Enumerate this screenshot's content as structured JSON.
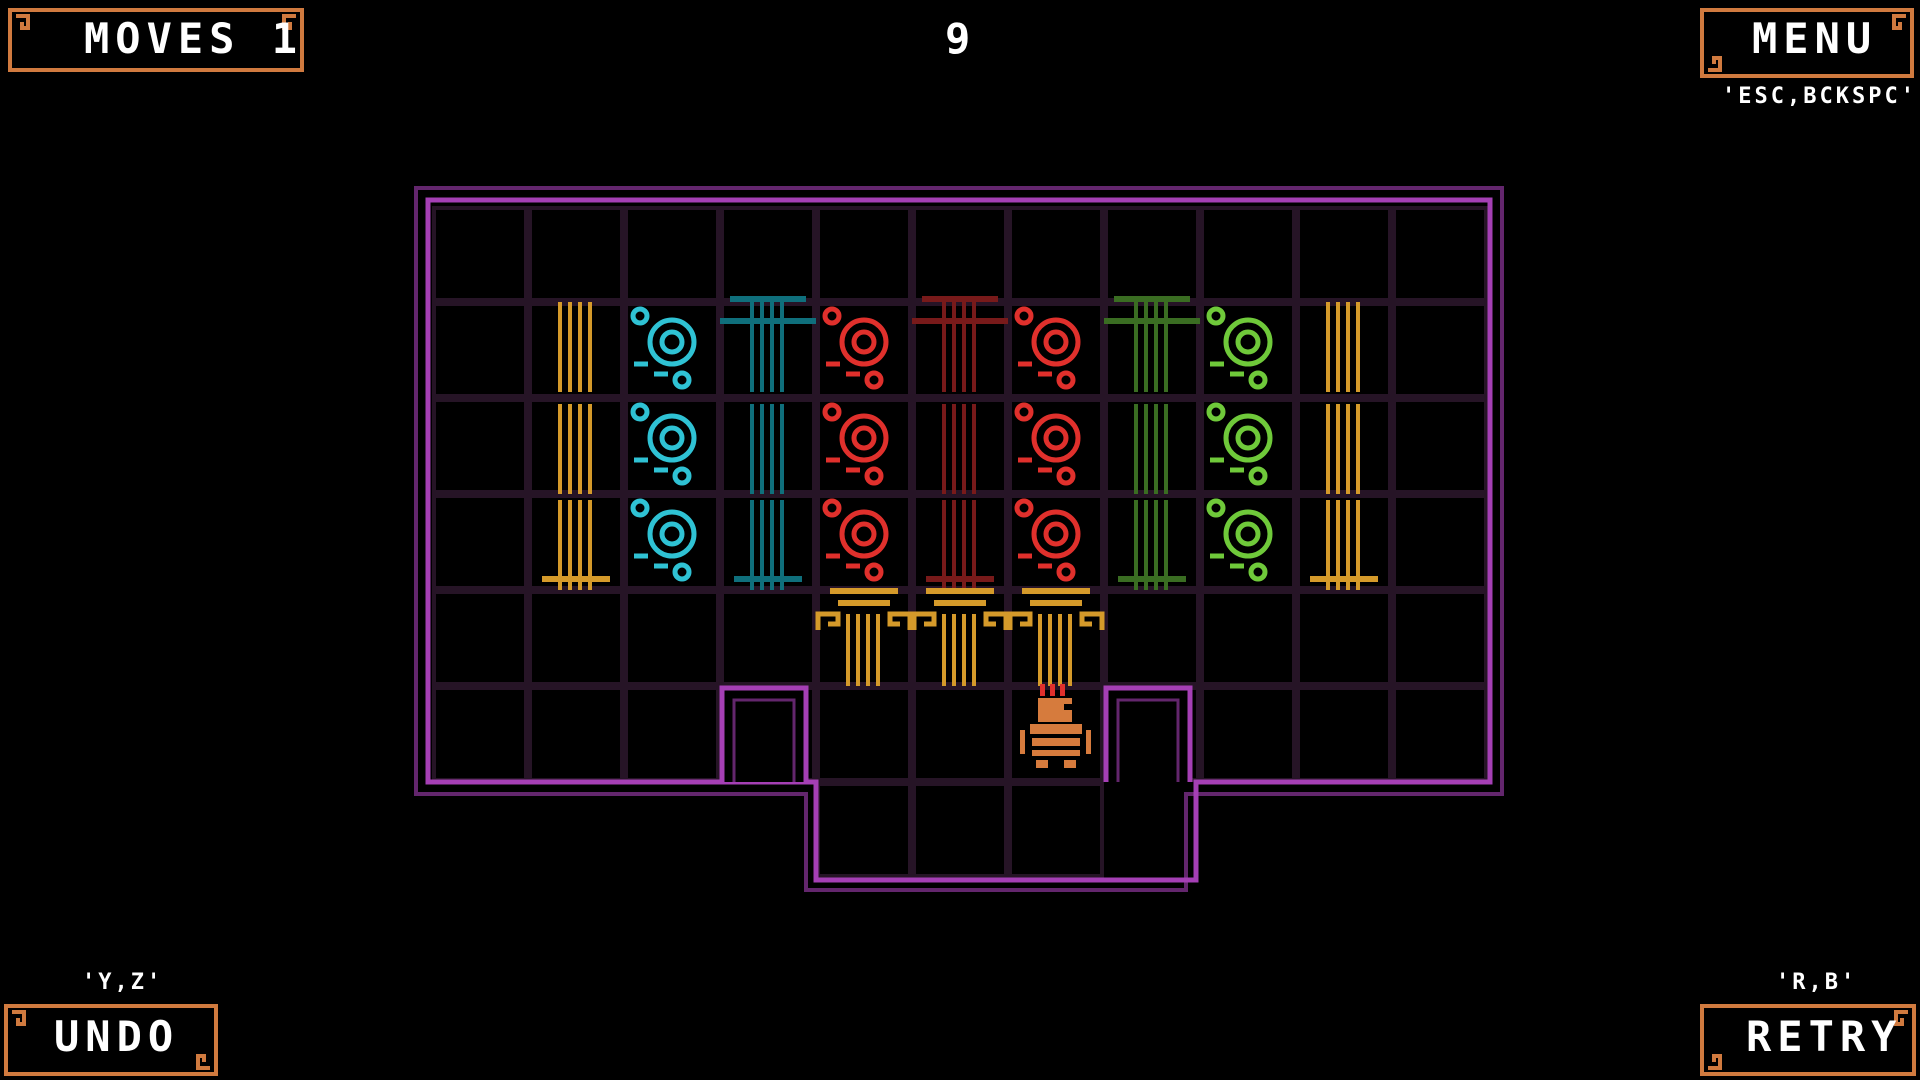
{
  "hud": {
    "moves_label": "MOVES 1",
    "level_number": "9",
    "menu_label": "MENU",
    "menu_keys": "'ESC,BCKSPC'",
    "undo_keys": "'Y,Z'",
    "undo_label": "UNDO",
    "retry_keys": "'R,B'",
    "retry_label": "RETRY"
  },
  "colors": {
    "background": "#000000",
    "frame_orange": "#d07a3f",
    "wall_purple": "#a53fb5",
    "grid_line": "#261426",
    "gold": "#d59a2a",
    "cyan": "#2fc2d4",
    "teal_dim": "#0f6f7c",
    "red": "#e0302c",
    "red_dim": "#781a1a",
    "green": "#6fc93a",
    "green_dim": "#3a6d22",
    "player": "#d67b3d"
  },
  "icons": {
    "frame_corner": "greek-key-spiral-icon",
    "column": "ionic-column-icon",
    "vine": "vine-swirl-icon",
    "player": "hoplite-player-icon"
  },
  "board": {
    "columns": 11,
    "rows": 6,
    "objects": [
      {
        "kind": "column",
        "color": "gold",
        "col": 1,
        "row": 1
      },
      {
        "kind": "column",
        "color": "gold",
        "col": 1,
        "row": 2
      },
      {
        "kind": "column",
        "color": "gold",
        "col": 1,
        "row": 3
      },
      {
        "kind": "vine",
        "color": "cyan",
        "col": 2,
        "row": 1
      },
      {
        "kind": "vine",
        "color": "cyan",
        "col": 2,
        "row": 2
      },
      {
        "kind": "vine",
        "color": "cyan",
        "col": 2,
        "row": 3
      },
      {
        "kind": "column",
        "color": "teal_dim",
        "col": 3,
        "row": 1
      },
      {
        "kind": "column",
        "color": "teal_dim",
        "col": 3,
        "row": 2
      },
      {
        "kind": "column",
        "color": "teal_dim",
        "col": 3,
        "row": 3
      },
      {
        "kind": "vine",
        "color": "red",
        "col": 4,
        "row": 1
      },
      {
        "kind": "vine",
        "color": "red",
        "col": 4,
        "row": 2
      },
      {
        "kind": "vine",
        "color": "red",
        "col": 4,
        "row": 3
      },
      {
        "kind": "column",
        "color": "red_dim",
        "col": 5,
        "row": 1
      },
      {
        "kind": "column",
        "color": "red_dim",
        "col": 5,
        "row": 2
      },
      {
        "kind": "column",
        "color": "red_dim",
        "col": 5,
        "row": 3
      },
      {
        "kind": "vine",
        "color": "red",
        "col": 6,
        "row": 1
      },
      {
        "kind": "vine",
        "color": "red",
        "col": 6,
        "row": 2
      },
      {
        "kind": "vine",
        "color": "red",
        "col": 6,
        "row": 3
      },
      {
        "kind": "column",
        "color": "green_dim",
        "col": 7,
        "row": 1
      },
      {
        "kind": "column",
        "color": "green_dim",
        "col": 7,
        "row": 2
      },
      {
        "kind": "column",
        "color": "green_dim",
        "col": 7,
        "row": 3
      },
      {
        "kind": "vine",
        "color": "green",
        "col": 8,
        "row": 1
      },
      {
        "kind": "vine",
        "color": "green",
        "col": 8,
        "row": 2
      },
      {
        "kind": "vine",
        "color": "green",
        "col": 8,
        "row": 3
      },
      {
        "kind": "column",
        "color": "gold",
        "col": 9,
        "row": 1
      },
      {
        "kind": "column",
        "color": "gold",
        "col": 9,
        "row": 2
      },
      {
        "kind": "column",
        "color": "gold",
        "col": 9,
        "row": 3
      },
      {
        "kind": "capital",
        "color": "gold",
        "col": 4,
        "row": 4
      },
      {
        "kind": "capital",
        "color": "gold",
        "col": 5,
        "row": 4
      },
      {
        "kind": "capital",
        "color": "gold",
        "col": 6,
        "row": 4
      },
      {
        "kind": "player",
        "color": "player",
        "col": 6,
        "row": 5
      }
    ]
  }
}
